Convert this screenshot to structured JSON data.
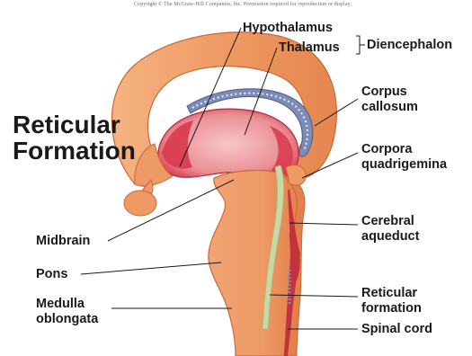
{
  "copyright": "Copyright © The McGraw-Hill Companies, Inc. Permission required for reproduction or display.",
  "title": {
    "line1": "Reticular",
    "line2": "Formation"
  },
  "labels": {
    "hypothalamus": "Hypothalamus",
    "thalamus": "Thalamus",
    "diencephalon": "Diencephalon",
    "corpus_callosum": [
      "Corpus",
      "callosum"
    ],
    "corpora_quadrigemina": [
      "Corpora",
      "quadrigemina"
    ],
    "cerebral_aqueduct": [
      "Cerebral",
      "aqueduct"
    ],
    "reticular_formation": [
      "Reticular",
      "formation"
    ],
    "spinal_cord": "Spinal cord",
    "midbrain": "Midbrain",
    "pons": "Pons",
    "medulla_oblongata": [
      "Medulla",
      "oblongata"
    ]
  },
  "colors": {
    "tissue": "#ef9a63",
    "tissue_dark": "#d9703e",
    "diencephalon_red": "#d8394c",
    "diencephalon_pink": "#f2b0b3",
    "corpus_callosum_band": "#7d8bb8",
    "reticular_green": "#c9d9a6",
    "aqueduct_red": "#c4323e",
    "label_text": "#1a1a1a",
    "leader_line": "#1a1a1a"
  }
}
